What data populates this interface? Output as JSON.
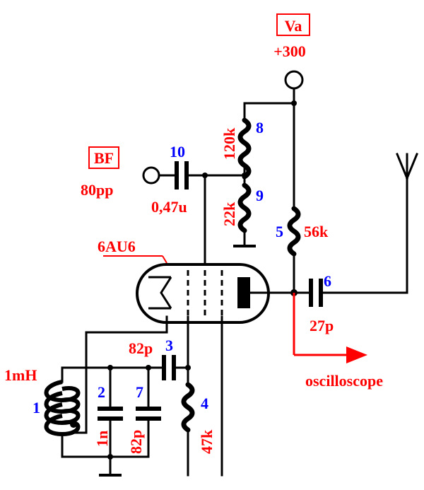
{
  "supply": {
    "label": "Va",
    "voltage": "+300"
  },
  "input": {
    "label": "BF",
    "level": "80pp"
  },
  "tube": {
    "type": "6AU6"
  },
  "output": {
    "label": "oscilloscope"
  },
  "components": [
    {
      "ref": "1",
      "value": "1mH"
    },
    {
      "ref": "2",
      "value": "1n"
    },
    {
      "ref": "3",
      "value": "82p"
    },
    {
      "ref": "4",
      "value": "47k"
    },
    {
      "ref": "5",
      "value": "56k"
    },
    {
      "ref": "6",
      "value": "27p"
    },
    {
      "ref": "7",
      "value": "82p"
    },
    {
      "ref": "8",
      "value": "120k"
    },
    {
      "ref": "9",
      "value": "22k"
    },
    {
      "ref": "10",
      "value": "0,47u"
    }
  ],
  "colors": {
    "labels": "#ff0000",
    "refs": "#0000ff",
    "wires": "#000000"
  }
}
